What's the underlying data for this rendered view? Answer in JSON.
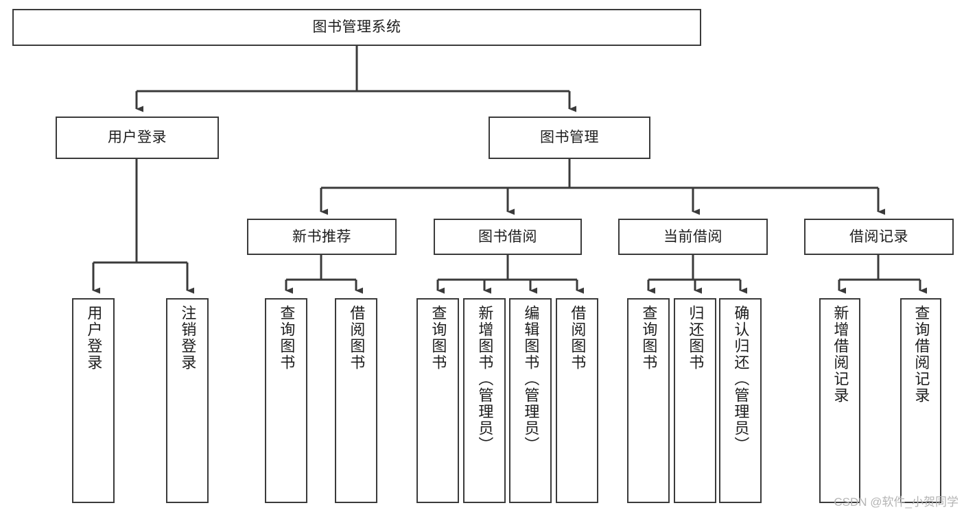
{
  "diagram": {
    "type": "tree-hierarchy-chart",
    "title": "图书管理系统",
    "watermark": "CSDN @软件_小贺同学",
    "colors": {
      "node_border": "#3a3a3a",
      "node_fill": "#ffffff",
      "connector": "#3a3a3a",
      "text": "#1d1d1d",
      "watermark": "#b4b4b4",
      "background": "#ffffff"
    },
    "nodes": {
      "root": {
        "label": "图书管理系统"
      },
      "level2": [
        {
          "id": "user-login",
          "label": "用户登录"
        },
        {
          "id": "book-management",
          "label": "图书管理"
        }
      ],
      "level3": [
        {
          "id": "new-book-recommend",
          "label": "新书推荐"
        },
        {
          "id": "book-borrow",
          "label": "图书借阅"
        },
        {
          "id": "current-borrow",
          "label": "当前借阅"
        },
        {
          "id": "borrow-record",
          "label": "借阅记录"
        }
      ],
      "leaves": {
        "user-login": [
          {
            "id": "user-login-leaf",
            "label": "用户登录"
          },
          {
            "id": "logout-leaf",
            "label": "注销登录"
          }
        ],
        "new-book-recommend": [
          {
            "id": "query-book-1",
            "label": "查询图书"
          },
          {
            "id": "borrow-book-1",
            "label": "借阅图书"
          }
        ],
        "book-borrow": [
          {
            "id": "query-book-2",
            "label": "查询图书"
          },
          {
            "id": "add-book",
            "label": "新增图书（管理员）"
          },
          {
            "id": "edit-book",
            "label": "编辑图书（管理员）"
          },
          {
            "id": "borrow-book-2",
            "label": "借阅图书"
          }
        ],
        "current-borrow": [
          {
            "id": "query-book-3",
            "label": "查询图书"
          },
          {
            "id": "return-book",
            "label": "归还图书"
          },
          {
            "id": "confirm-return",
            "label": "确认归还（管理员）"
          }
        ],
        "borrow-record": [
          {
            "id": "add-borrow-record",
            "label": "新增借阅记录"
          },
          {
            "id": "query-borrow-record",
            "label": "查询借阅记录"
          }
        ]
      }
    }
  }
}
